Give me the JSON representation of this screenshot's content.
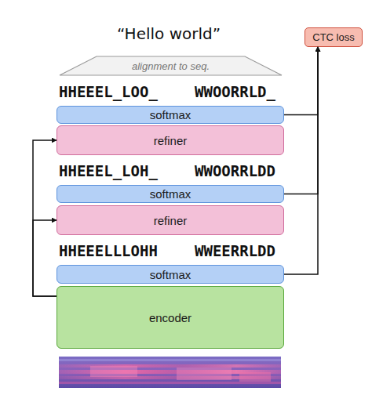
{
  "diagram": {
    "title": "“Hello world”",
    "nodes": [
      {
        "text": [
          "alignment to seq."
        ]
      },
      {
        "text": [
          "CTC loss"
        ]
      },
      {
        "text": [
          "softmax"
        ]
      },
      {
        "text": [
          "refiner"
        ]
      },
      {
        "text": [
          "softmax"
        ]
      },
      {
        "text": [
          "refiner"
        ]
      },
      {
        "text": [
          "softmax"
        ]
      },
      {
        "text": [
          "encoder"
        ]
      }
    ],
    "edges": [
      {
        "from": 2,
        "to": 1,
        "arrow": "to"
      },
      {
        "from": 4,
        "to": 1,
        "arrow": "to"
      },
      {
        "from": 6,
        "to": 1,
        "arrow": "to"
      },
      {
        "from": 7,
        "to": 3,
        "arrow": "to"
      },
      {
        "from": 7,
        "to": 5,
        "arrow": "to"
      }
    ],
    "labels": [
      "HHEEEL_LOO_",
      "WWOORRLD_",
      "HHEEEL_LOH_",
      "WWOORRLDD",
      "HHEEELLLOHH",
      "WWEERRLDD"
    ]
  }
}
